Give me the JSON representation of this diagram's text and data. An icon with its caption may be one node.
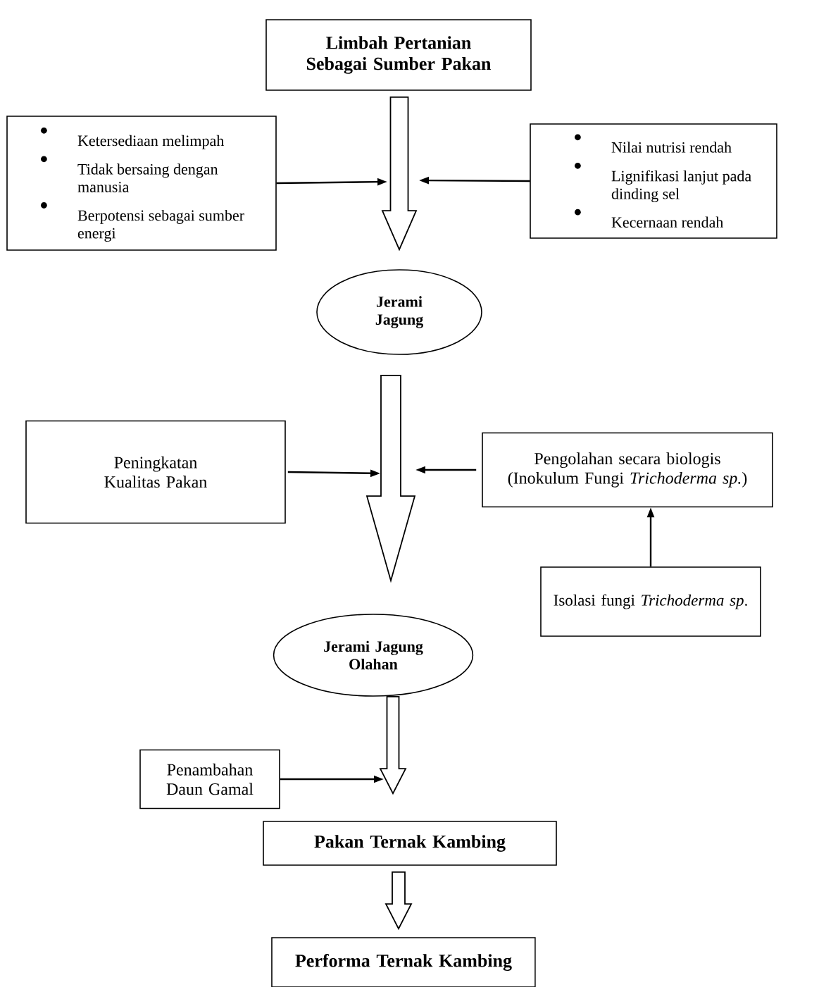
{
  "diagram": {
    "nodes": [
      {
        "text": [
          "Limbah Pertanian Sebagai Sumber Pakan"
        ]
      },
      {
        "text": [
          "Ketersediaan melimpah",
          "Tidak bersaing dengan manusia",
          "Berpotensi sebagai sumber energi"
        ]
      },
      {
        "text": [
          "Nilai nutrisi rendah",
          "Lignifikasi lanjut pada dinding sel",
          "Kecernaan rendah"
        ]
      },
      {
        "text": [
          "Jerami Jagung"
        ]
      },
      {
        "text": [
          "Peningkatan Kualitas Pakan"
        ]
      },
      {
        "text": [
          "Pengolahan secara biologis (Inokulum Fungi *Trichoderma sp.*)"
        ]
      },
      {
        "text": [
          "Isolasi fungi *Trichoderma sp*."
        ]
      },
      {
        "text": [
          "Jerami Jagung Olahan"
        ]
      },
      {
        "text": [
          "Penambahan Daun Gamal"
        ]
      },
      {
        "text": [
          "Pakan Ternak Kambing"
        ]
      },
      {
        "text": [
          "Performa Ternak Kambing"
        ]
      }
    ],
    "edges": [
      {
        "from": 0,
        "to": 3,
        "arrow": "to",
        "style": "thick"
      },
      {
        "from": 1,
        "to": null,
        "arrow": "to"
      },
      {
        "from": 2,
        "to": null,
        "arrow": "to"
      },
      {
        "from": 3,
        "to": 7,
        "arrow": "to",
        "style": "thick"
      },
      {
        "from": 4,
        "to": null,
        "arrow": "to"
      },
      {
        "from": 5,
        "to": null,
        "arrow": "to"
      },
      {
        "from": 6,
        "to": 5,
        "arrow": "to"
      },
      {
        "from": 8,
        "to": null,
        "arrow": "to"
      },
      {
        "from": 7,
        "to": 9,
        "arrow": "to",
        "style": "thick"
      },
      {
        "from": 9,
        "to": 10,
        "arrow": "to",
        "style": "thick"
      }
    ]
  }
}
